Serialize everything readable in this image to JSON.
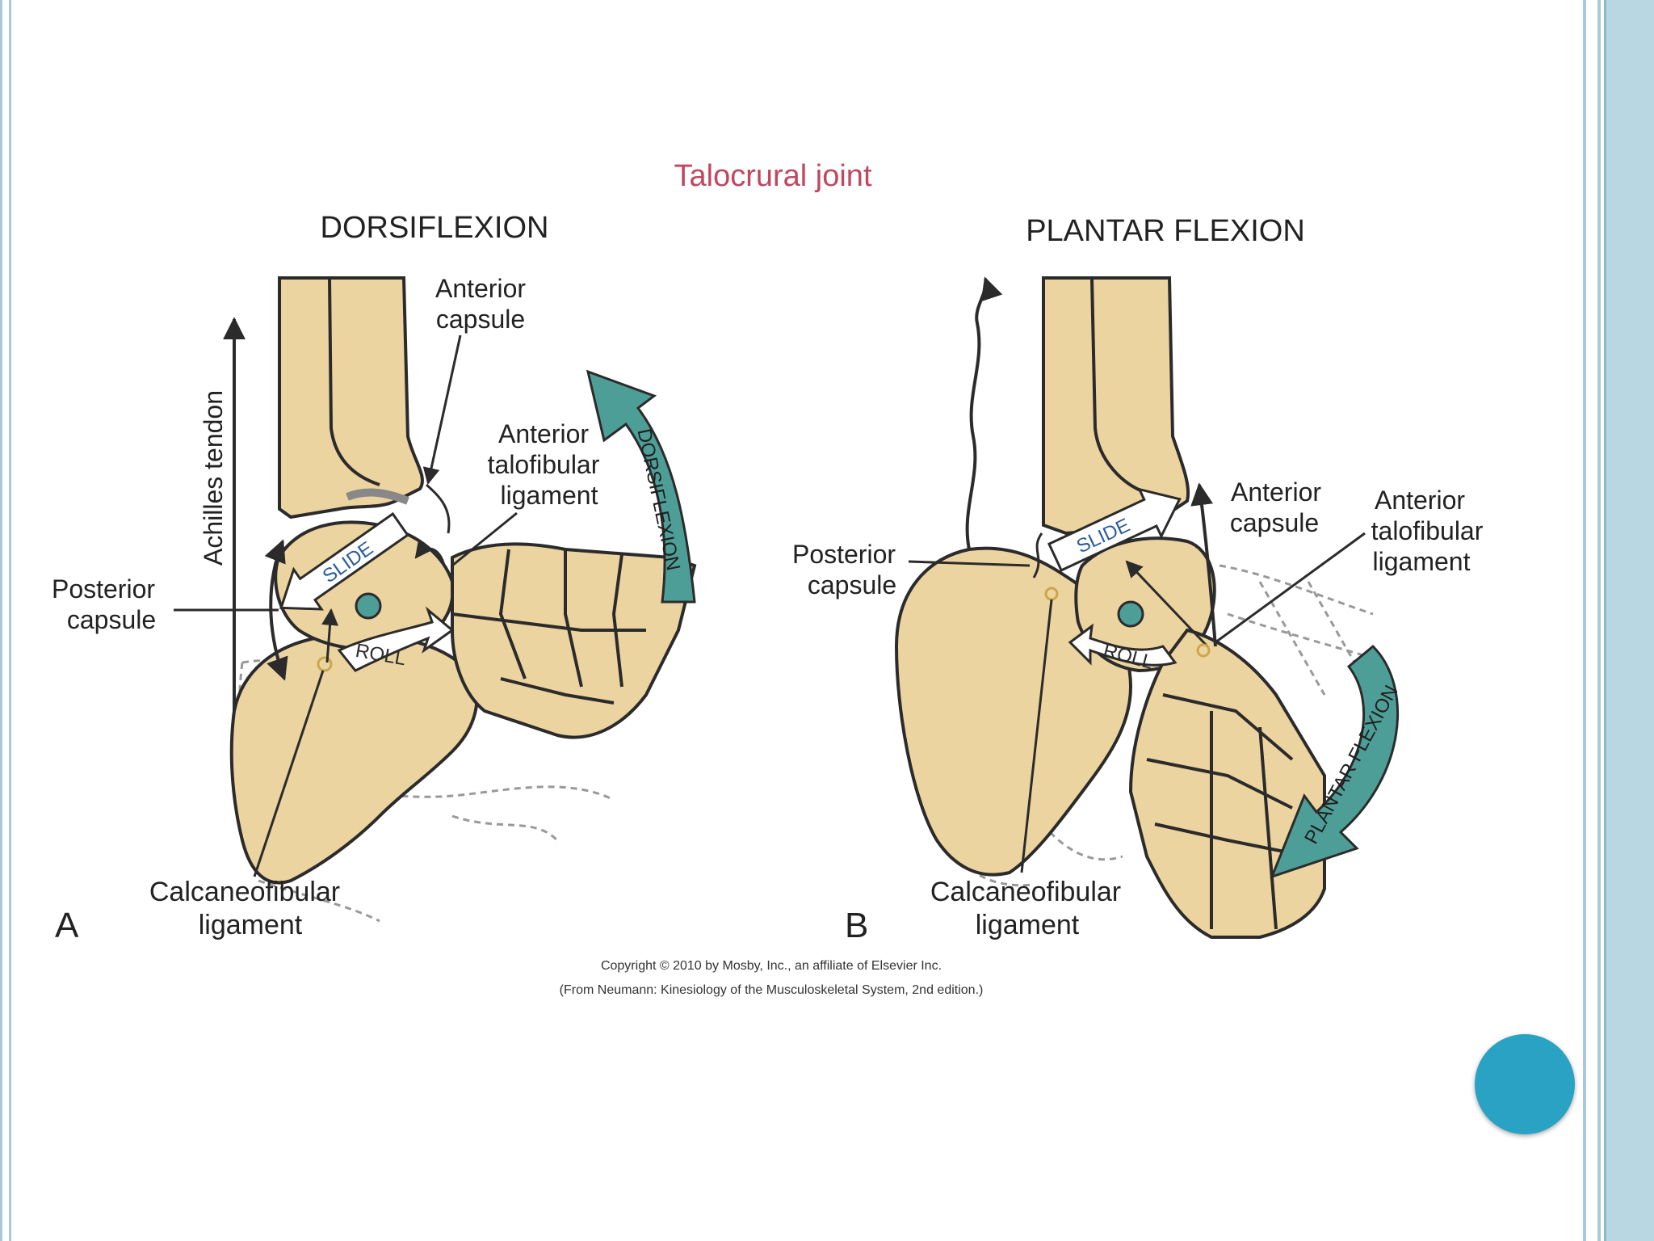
{
  "figure": {
    "title": "Talocrural joint",
    "panel_a": {
      "heading": "DORSIFLEXION",
      "letter": "A",
      "labels": {
        "achilles": "Achilles tendon",
        "anterior_capsule_1": "Anterior",
        "anterior_capsule_2": "capsule",
        "atfl_1": "Anterior",
        "atfl_2": "talofibular",
        "atfl_3": "ligament",
        "posterior_capsule_1": "Posterior",
        "posterior_capsule_2": "capsule",
        "cfl_1": "Calcaneofibular",
        "cfl_2": "ligament",
        "slide": "SLIDE",
        "roll": "ROLL",
        "motion_arrow": "DORSIFLEXION"
      }
    },
    "panel_b": {
      "heading": "PLANTAR FLEXION",
      "letter": "B",
      "labels": {
        "posterior_capsule_1": "Posterior",
        "posterior_capsule_2": "capsule",
        "anterior_capsule_1": "Anterior",
        "anterior_capsule_2": "capsule",
        "atfl_1": "Anterior",
        "atfl_2": "talofibular",
        "atfl_3": "ligament",
        "cfl_1": "Calcaneofibular",
        "cfl_2": "ligament",
        "slide": "SLIDE",
        "roll": "ROLL",
        "motion_arrow": "PLANTAR FLEXION"
      }
    },
    "copyright_1": "Copyright © 2010 by Mosby, Inc., an affiliate of Elsevier Inc.",
    "copyright_2": "(From Neumann: Kinesiology of the Musculoskeletal System, 2nd edition.)"
  },
  "colors": {
    "bone": "#ecd4a0",
    "outline": "#2b2b2b",
    "title": "#c0475f",
    "motion_arrow": "#4e9e98",
    "axis_dot": "#4e9e98",
    "slide_nav_button": "#2aa2c4",
    "frame": "#a9c9d8"
  }
}
